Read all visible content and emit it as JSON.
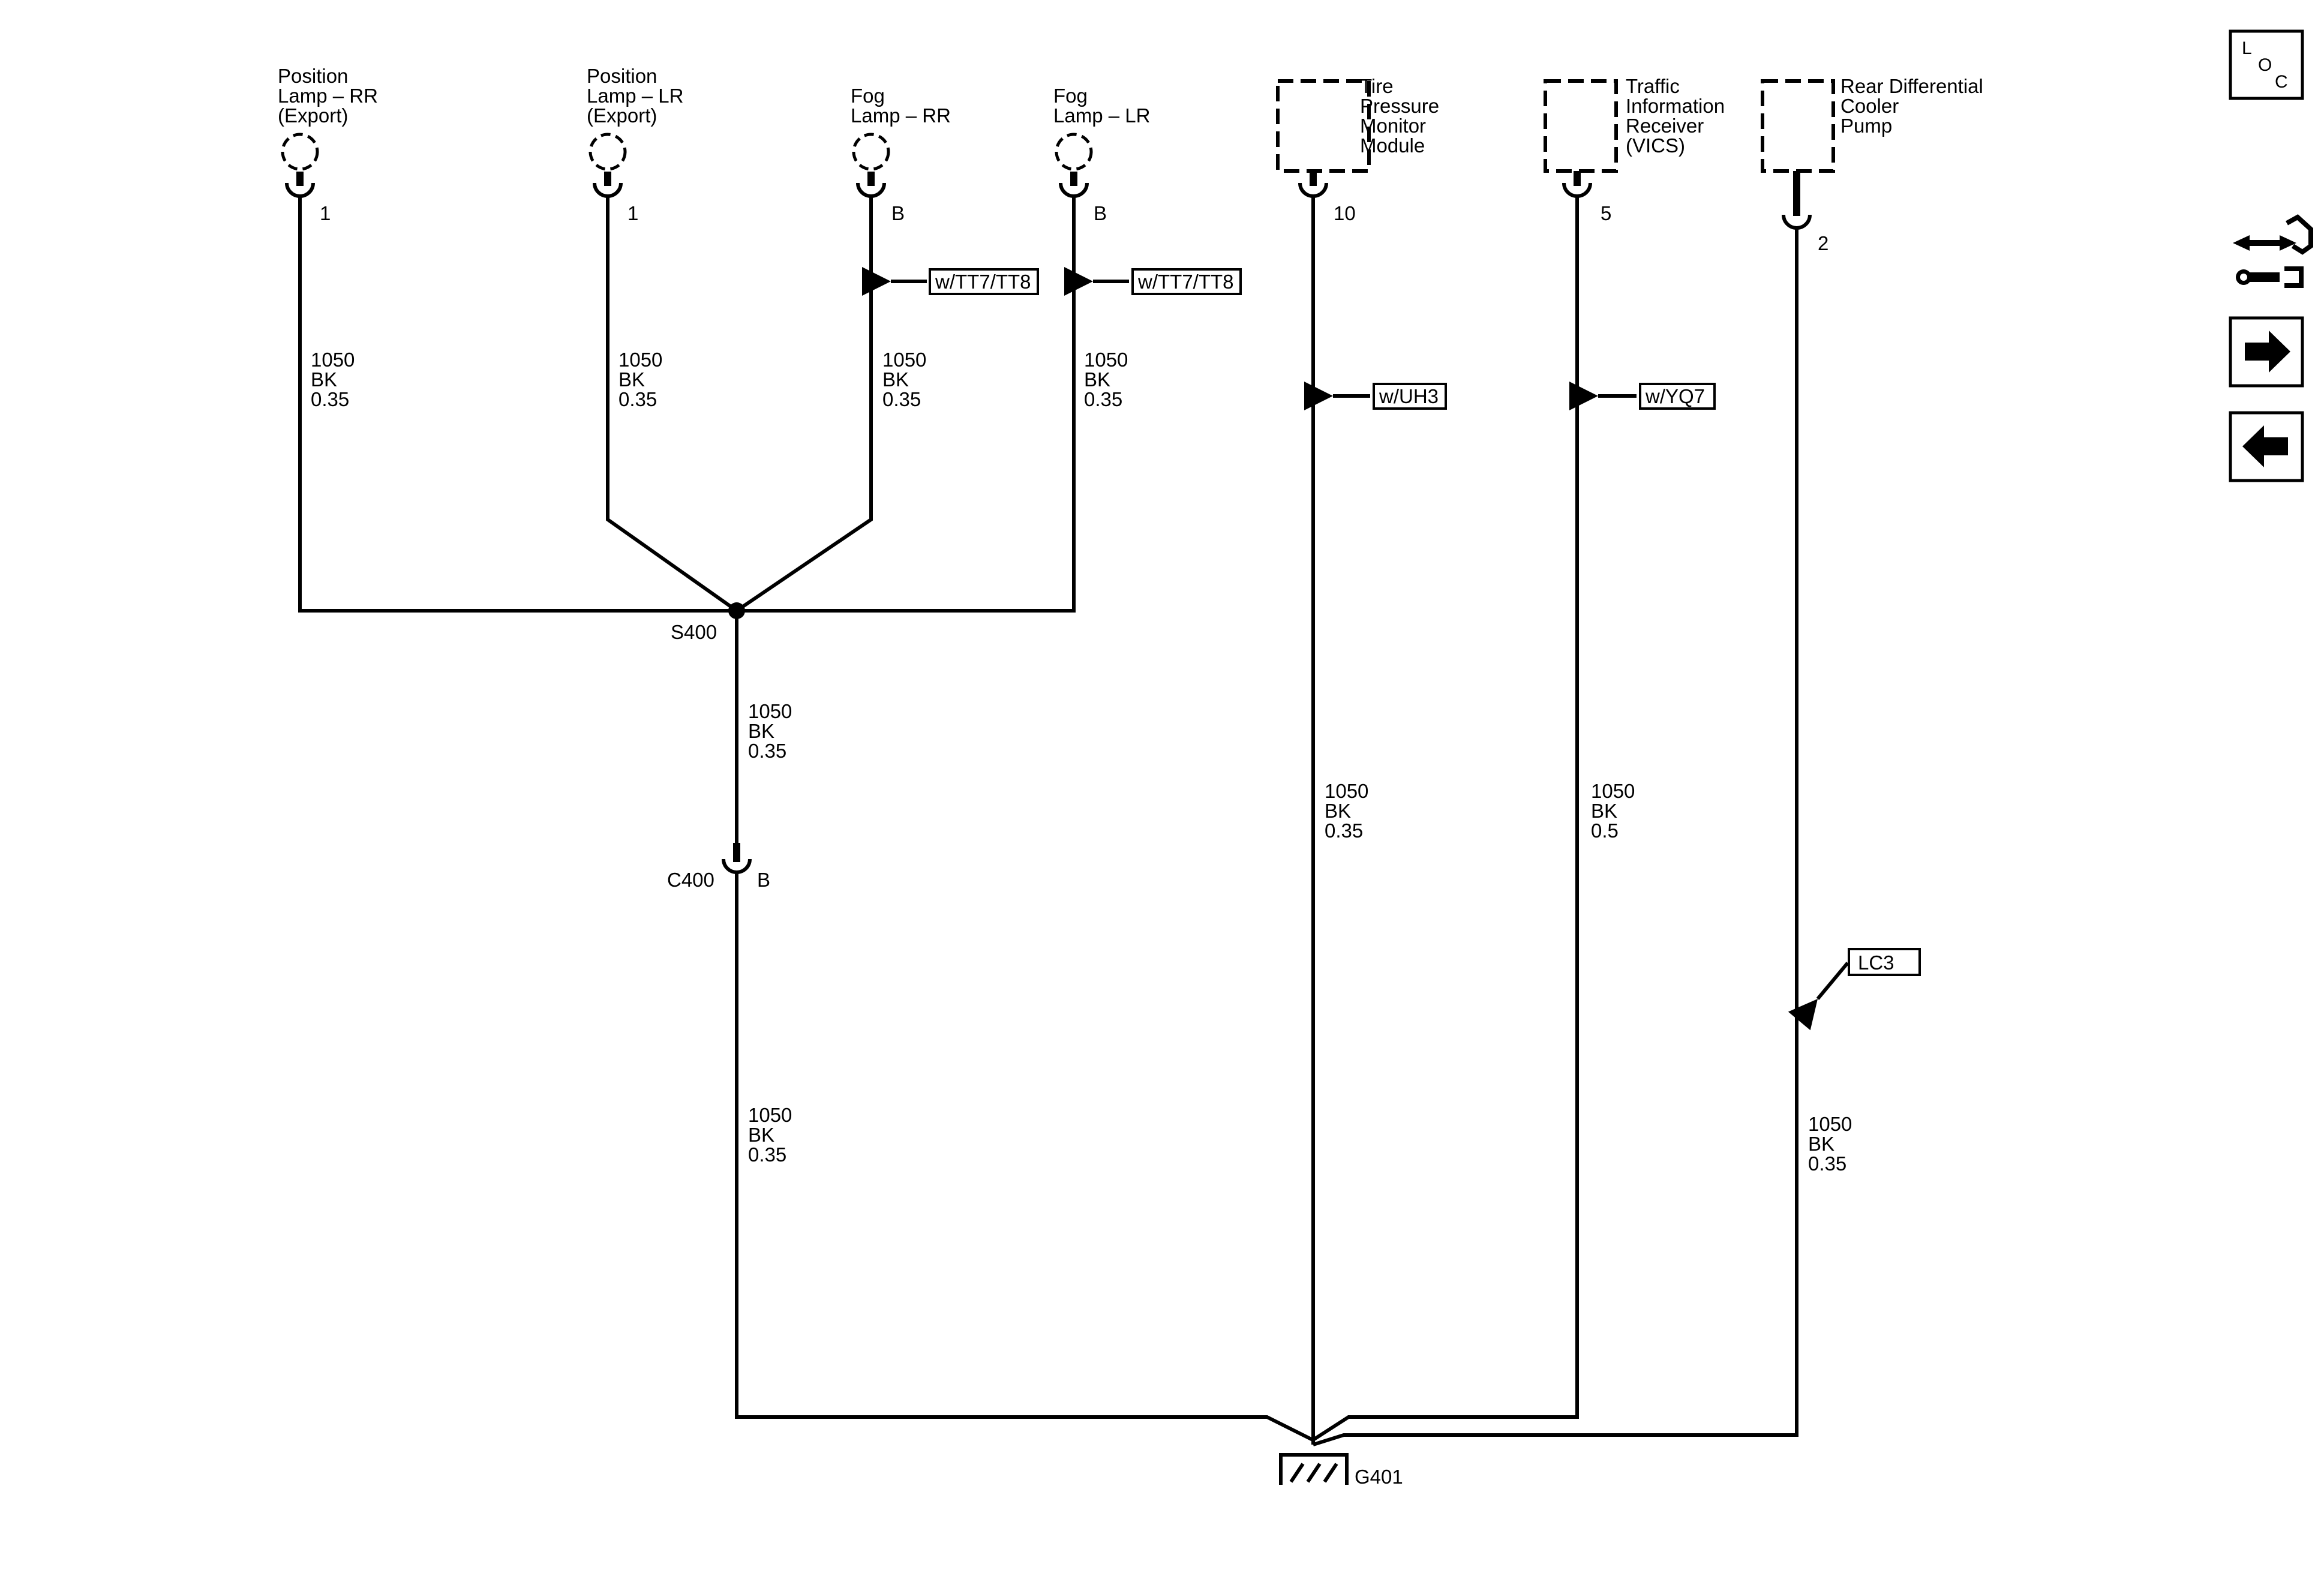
{
  "components": {
    "pos_rr": [
      "Position",
      "Lamp – RR",
      "(Export)"
    ],
    "pos_lr": [
      "Position",
      "Lamp – LR",
      "(Export)"
    ],
    "fog_rr": [
      "Fog",
      "Lamp – RR"
    ],
    "fog_lr": [
      "Fog",
      "Lamp – LR"
    ],
    "tpm": [
      "Tire",
      "Pressure",
      "Monitor",
      "Module"
    ],
    "tir": [
      "Traffic",
      "Information",
      "Receiver",
      "(VICS)"
    ],
    "rdcp": [
      "Rear Differential",
      "Cooler",
      "Pump"
    ]
  },
  "pins": {
    "pos_rr": "1",
    "pos_lr": "1",
    "fog_rr": "B",
    "fog_lr": "B",
    "tpm": "10",
    "tir": "5",
    "rdcp": "2",
    "c400": "B"
  },
  "wires": {
    "pos_rr": [
      "1050",
      "BK",
      "0.35"
    ],
    "pos_lr": [
      "1050",
      "BK",
      "0.35"
    ],
    "fog_rr": [
      "1050",
      "BK",
      "0.35"
    ],
    "fog_lr": [
      "1050",
      "BK",
      "0.35"
    ],
    "s400_out": [
      "1050",
      "BK",
      "0.35"
    ],
    "c400_out": [
      "1050",
      "BK",
      "0.35"
    ],
    "tpm": [
      "1050",
      "BK",
      "0.35"
    ],
    "tir": [
      "1050",
      "BK",
      "0.5"
    ],
    "rdcp": [
      "1050",
      "BK",
      "0.35"
    ]
  },
  "options": {
    "fog_rr": "w/TT7/TT8",
    "fog_lr": "w/TT7/TT8",
    "tpm": "w/UH3",
    "tir": "w/YQ7",
    "rdcp": "LC3"
  },
  "splice": "S400",
  "connector": "C400",
  "ground": "G401",
  "nav": {
    "loc": [
      "L",
      "O",
      "C"
    ]
  }
}
